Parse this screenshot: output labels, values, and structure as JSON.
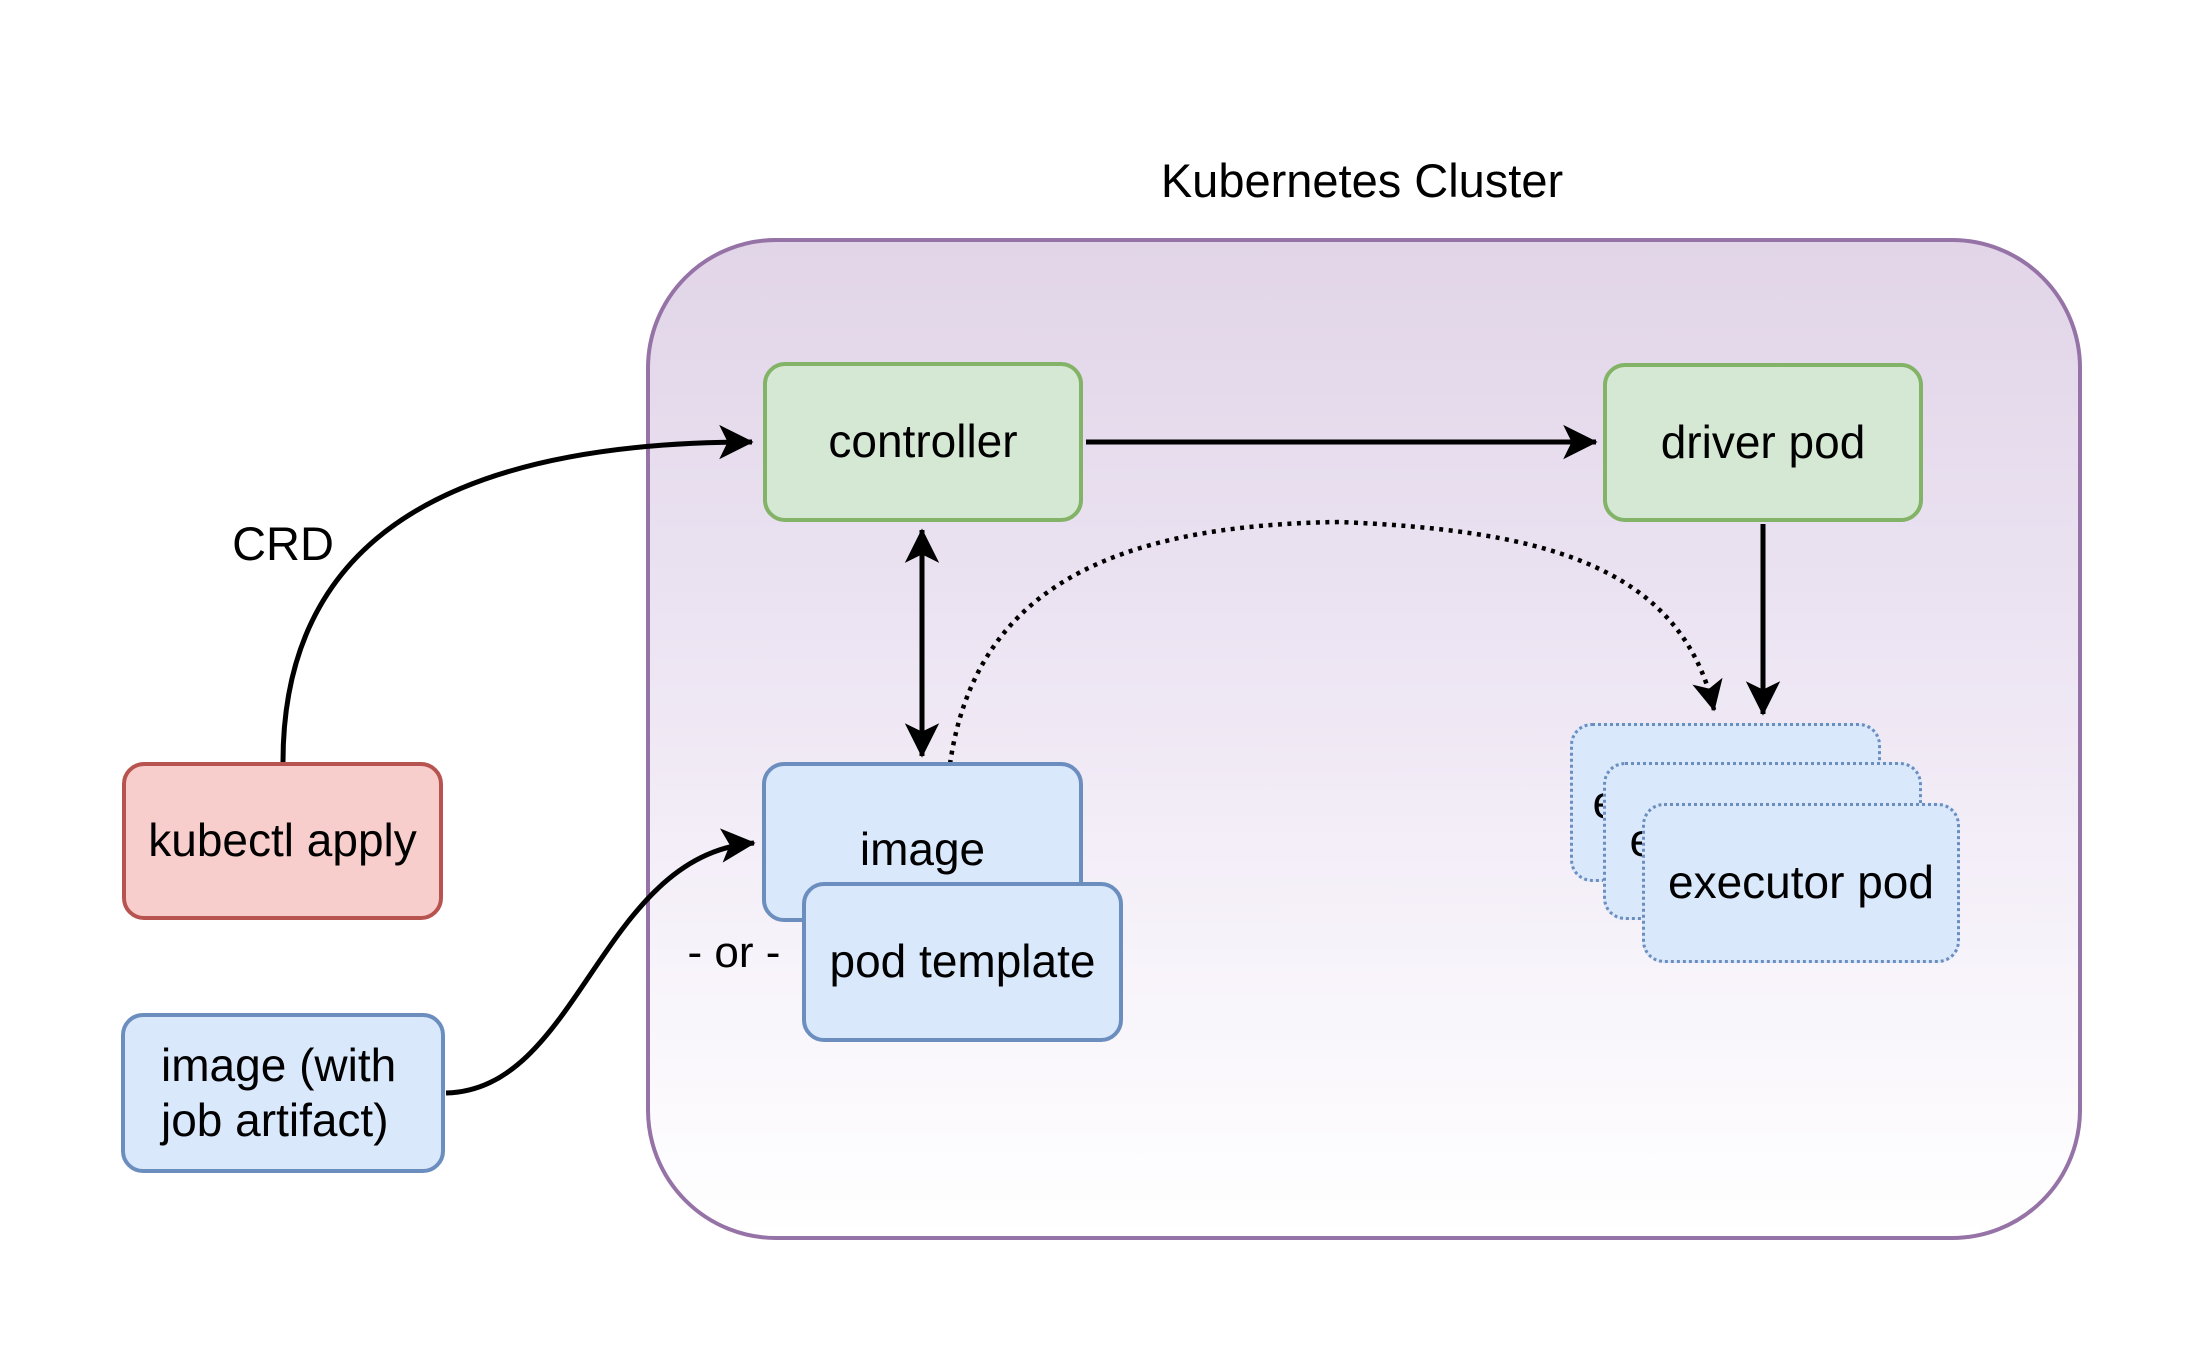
{
  "title": "Kubernetes Cluster",
  "annotations": {
    "crd": "CRD",
    "or": "- or -"
  },
  "nodes": {
    "controller": {
      "label": "controller"
    },
    "driver_pod": {
      "label": "driver pod"
    },
    "image": {
      "label": "image"
    },
    "pod_template": {
      "label": "pod template"
    },
    "executor_pod": {
      "label": "executor pod"
    },
    "kubectl_apply": {
      "label": "kubectl apply"
    },
    "image_with_job_artifact": {
      "line1": "image (with",
      "line2": "job artifact)"
    }
  },
  "edges": [
    {
      "name": "kubectl-apply-to-controller",
      "label": "CRD",
      "style": "solid-curve-arrow"
    },
    {
      "name": "controller-to-driver-pod",
      "style": "solid-arrow"
    },
    {
      "name": "controller-to-image",
      "style": "solid-double-arrow"
    },
    {
      "name": "driver-pod-to-executor-pods",
      "style": "solid-arrow"
    },
    {
      "name": "image-to-executor-pods",
      "style": "dotted-curve-arrow"
    },
    {
      "name": "image-with-job-artifact-to-image",
      "style": "solid-curve-arrow"
    }
  ],
  "colors": {
    "purple_stroke": "#9673a6",
    "purple_fill_top": "#e1d5e7",
    "green_fill": "#d5e8d4",
    "green_stroke": "#82b366",
    "blue_fill": "#dae8fc",
    "blue_stroke": "#6c8ebf",
    "red_fill": "#f8cecc",
    "red_stroke": "#b85450",
    "arrow": "#000000"
  }
}
